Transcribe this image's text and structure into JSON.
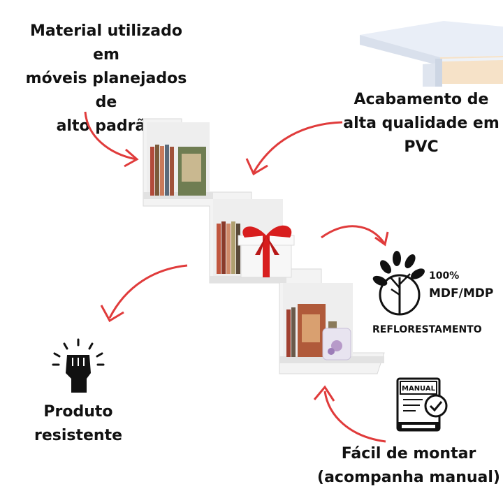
{
  "features": {
    "material": {
      "lines": [
        "Material utilizado em",
        "móveis planejados de",
        "alto padrão"
      ]
    },
    "finish": {
      "lines": [
        "Acabamento de",
        "alta qualidade em",
        "PVC"
      ]
    },
    "mdf": {
      "percent": "100%",
      "label": "MDF/MDP",
      "caption": "REFLORESTAMENTO"
    },
    "strong": {
      "lines": [
        "Produto",
        "resistente"
      ]
    },
    "assembly": {
      "lines": [
        "Fácil de montar",
        "(acompanha manual)"
      ],
      "manual_label": "MANUAL"
    }
  },
  "colors": {
    "arrow": "#e03b3b",
    "text": "#111111",
    "shelf": "#f2f2f2",
    "ribbon": "#d81e1e"
  },
  "icons": [
    "arrow-icon",
    "tree-icon",
    "fist-icon",
    "manual-icon",
    "check-icon"
  ]
}
